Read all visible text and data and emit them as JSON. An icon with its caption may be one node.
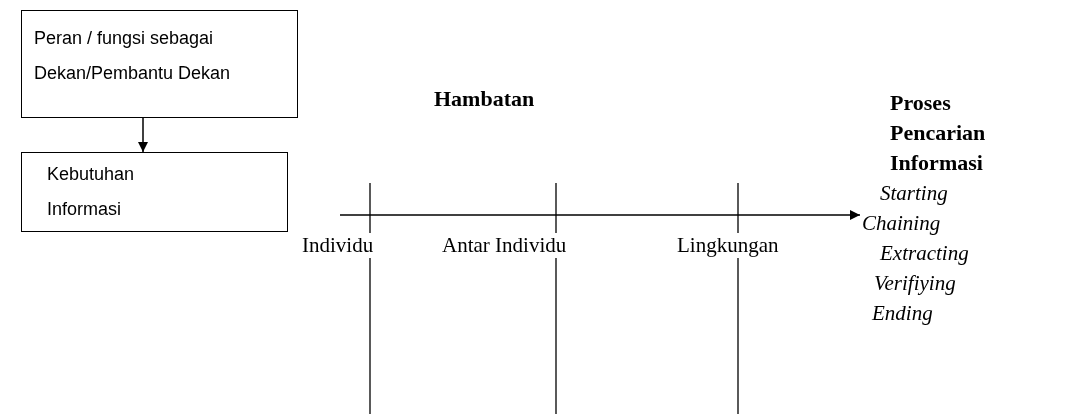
{
  "diagram": {
    "nodes": [
      {
        "text": [
          "Peran / fungsi sebagai Dekan/Pembantu Dekan"
        ]
      },
      {
        "text": [
          "Kebutuhan Informasi"
        ]
      },
      {
        "text": [
          "Proses Pencarian Informasi",
          "Starting",
          "Chaining",
          "Extracting",
          "Verifiying",
          "Ending"
        ]
      }
    ],
    "edges": [
      {
        "from": 0,
        "to": 1,
        "arrow": "to"
      },
      {
        "from": null,
        "to": 2,
        "arrow": "to"
      }
    ],
    "labels": [
      "Hambatan",
      "Individu",
      "Antar Individu",
      "Lingkungan"
    ]
  }
}
